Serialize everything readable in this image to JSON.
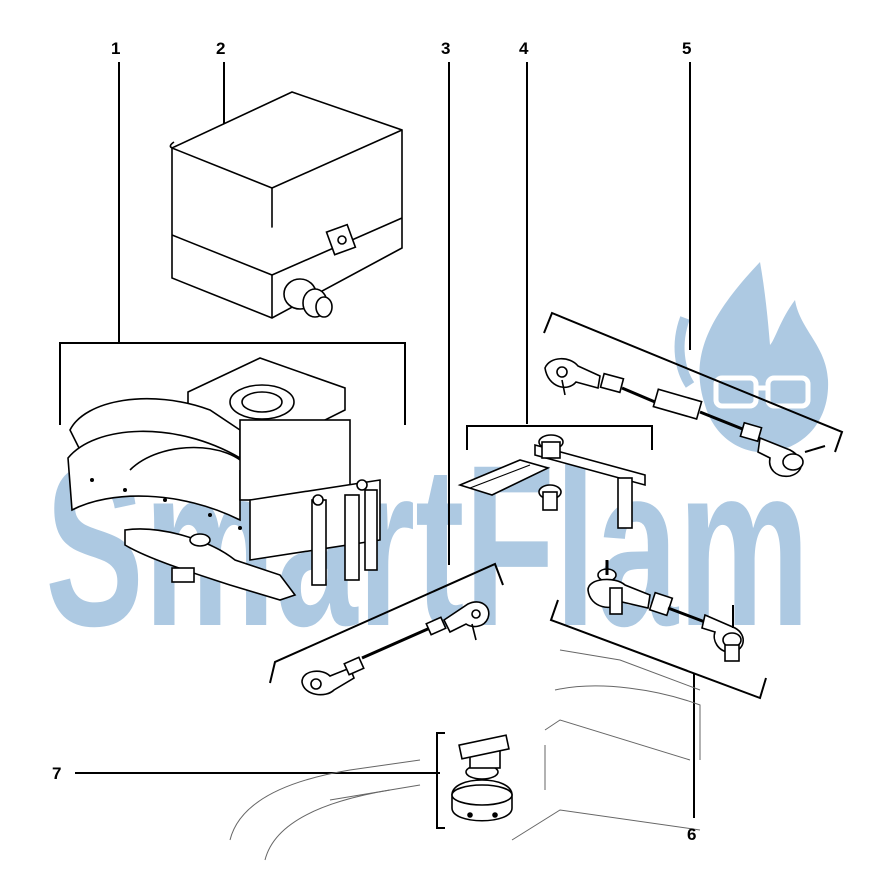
{
  "diagram": {
    "callouts": [
      {
        "id": "1",
        "label": "1"
      },
      {
        "id": "2",
        "label": "2"
      },
      {
        "id": "3",
        "label": "3"
      },
      {
        "id": "4",
        "label": "4"
      },
      {
        "id": "5",
        "label": "5"
      },
      {
        "id": "6",
        "label": "6"
      },
      {
        "id": "7",
        "label": "7"
      }
    ],
    "watermark": {
      "text": "SmartFlam",
      "color": "#5b92c4"
    },
    "colors": {
      "line": "#000000",
      "watermark": "#5b92c4",
      "background": "#ffffff"
    }
  }
}
